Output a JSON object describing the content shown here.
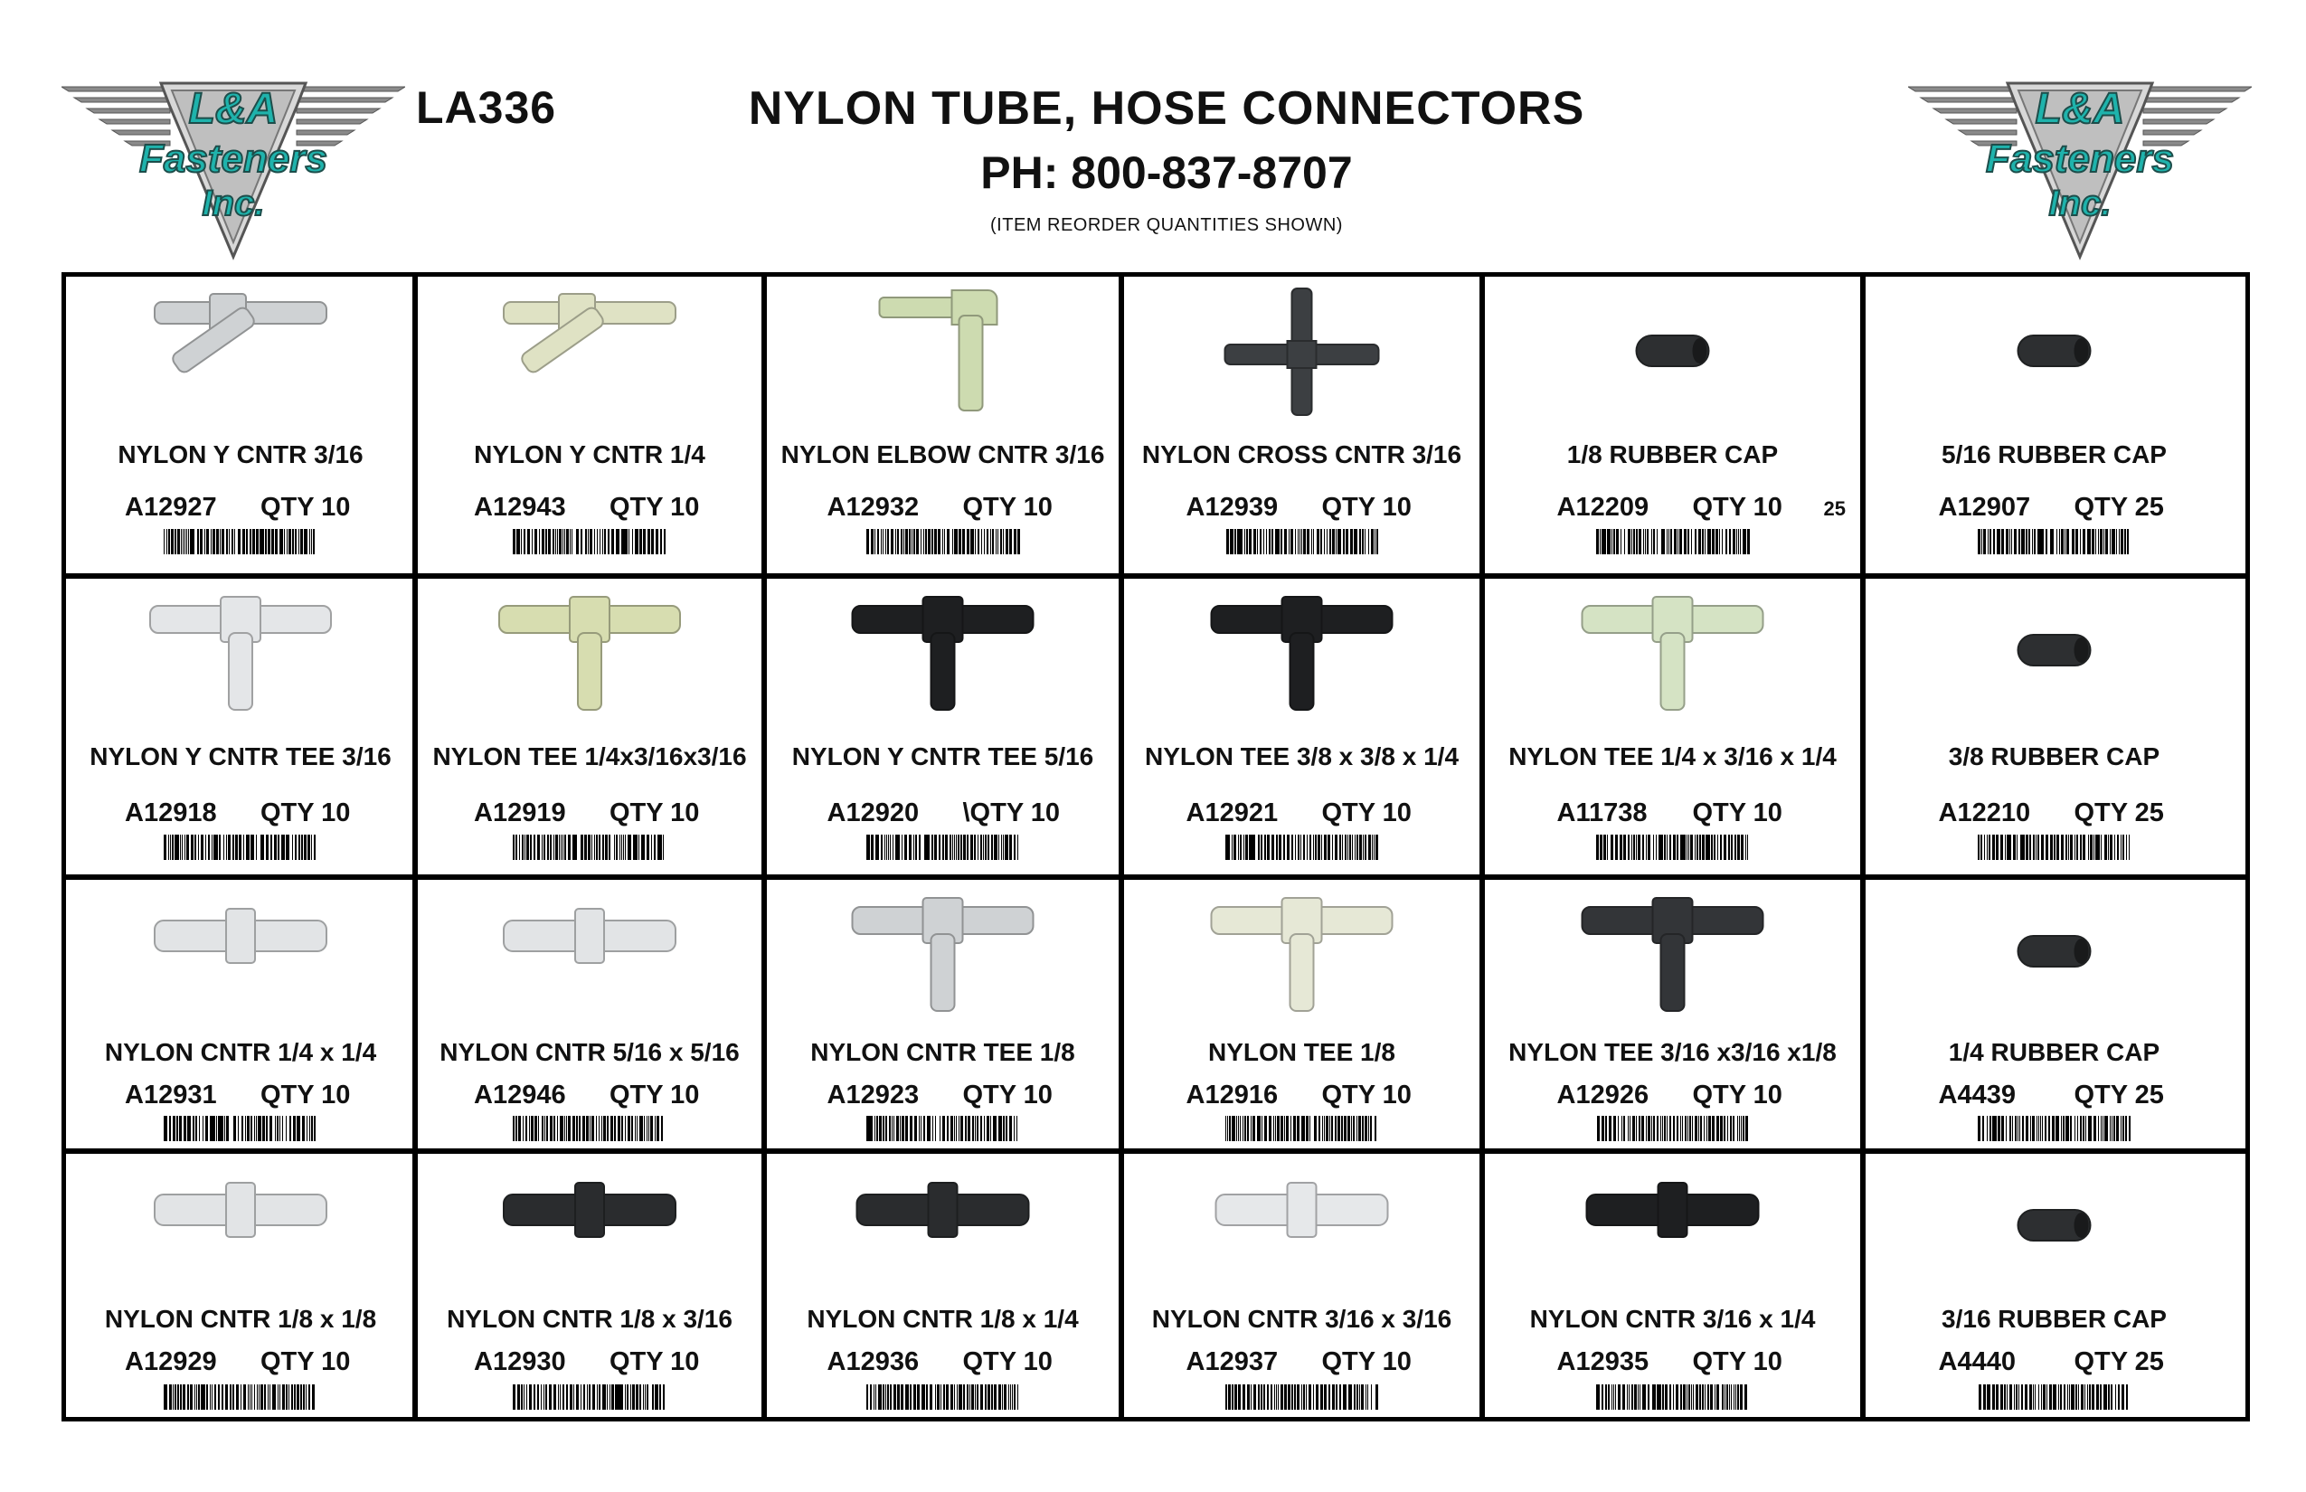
{
  "header": {
    "logo_text": "L&A Fasteners Inc.",
    "part_no": "LA336",
    "title": "NYLON TUBE,  HOSE CONNECTORS",
    "phone": "PH: 800-837-8707",
    "note": "(ITEM REORDER QUANTITIES SHOWN)"
  },
  "colors": {
    "logo_teal": "#1fb3ac",
    "logo_grey": "#8a8a8a",
    "border": "#000000"
  },
  "rows": [
    [
      {
        "name": "NYLON Y CNTR 3/16",
        "code": "A12927",
        "qty": "QTY 10",
        "icon": "nylon-y-connector-icon",
        "color": "#cfd2d4"
      },
      {
        "name": "NYLON Y CNTR 1/4",
        "code": "A12943",
        "qty": "QTY 10",
        "icon": "nylon-y-connector-icon",
        "color": "#dfe2c4"
      },
      {
        "name": "NYLON ELBOW CNTR 3/16",
        "code": "A12932",
        "qty": "QTY 10",
        "icon": "nylon-elbow-connector-icon",
        "color": "#cddbb0"
      },
      {
        "name": "NYLON CROSS CNTR 3/16",
        "code": "A12939",
        "qty": "QTY 10",
        "icon": "nylon-cross-connector-icon",
        "color": "#3c3f42"
      },
      {
        "name": "1/8 RUBBER CAP",
        "code": "A12209",
        "qty": "QTY 10",
        "qty_extra": "25",
        "icon": "rubber-cap-icon",
        "color": "#2d2f31"
      },
      {
        "name": "5/16 RUBBER CAP",
        "code": "A12907",
        "qty": "QTY 25",
        "icon": "rubber-cap-icon",
        "color": "#2d2f31"
      }
    ],
    [
      {
        "name": "NYLON Y CNTR TEE 3/16",
        "code": "A12918",
        "qty": "QTY 10",
        "icon": "nylon-tee-connector-icon",
        "color": "#e4e6e8"
      },
      {
        "name": "NYLON TEE 1/4x3/16x3/16",
        "code": "A12919",
        "qty": "QTY 10",
        "icon": "nylon-tee-connector-icon",
        "color": "#d7ddb0"
      },
      {
        "name": "NYLON Y CNTR TEE 5/16",
        "code": "A12920",
        "qty": "\\QTY 10",
        "icon": "nylon-tee-connector-icon",
        "color": "#1e1f21"
      },
      {
        "name": "NYLON TEE 3/8 x 3/8 x 1/4",
        "code": "A12921",
        "qty": "QTY 10",
        "icon": "nylon-tee-connector-icon",
        "color": "#1e1f21"
      },
      {
        "name": "NYLON TEE 1/4 x 3/16 x 1/4",
        "code": "A11738",
        "qty": "QTY 10",
        "icon": "nylon-tee-connector-icon",
        "color": "#d5e3c4"
      },
      {
        "name": "3/8 RUBBER CAP",
        "code": "A12210",
        "qty": "QTY 25",
        "icon": "rubber-cap-icon",
        "color": "#2d2f31"
      }
    ],
    [
      {
        "name": "NYLON CNTR 1/4 x 1/4",
        "code": "A12931",
        "qty": "QTY 10",
        "icon": "nylon-straight-connector-icon",
        "color": "#e2e4e6"
      },
      {
        "name": "NYLON CNTR 5/16 x 5/16",
        "code": "A12946",
        "qty": "QTY 10",
        "icon": "nylon-straight-connector-icon",
        "color": "#e2e4e6"
      },
      {
        "name": "NYLON CNTR TEE 1/8",
        "code": "A12923",
        "qty": "QTY 10",
        "icon": "nylon-tee-connector-icon",
        "color": "#cfd2d4"
      },
      {
        "name": "NYLON TEE 1/8",
        "code": "A12916",
        "qty": "QTY 10",
        "icon": "nylon-tee-connector-icon",
        "color": "#e6e8d6"
      },
      {
        "name": "NYLON TEE 3/16 x3/16 x1/8",
        "code": "A12926",
        "qty": "QTY 10",
        "icon": "nylon-tee-connector-icon",
        "color": "#333538"
      },
      {
        "name": "1/4 RUBBER CAP",
        "code": "A4439",
        "qty": "QTY 25",
        "icon": "rubber-cap-icon",
        "color": "#2d2f31"
      }
    ],
    [
      {
        "name": "NYLON CNTR  1/8 x 1/8",
        "code": "A12929",
        "qty": "QTY 10",
        "icon": "nylon-straight-connector-icon",
        "color": "#e2e4e6"
      },
      {
        "name": "NYLON CNTR 1/8 x 3/16",
        "code": "A12930",
        "qty": "QTY 10",
        "icon": "nylon-straight-connector-icon",
        "color": "#2a2c2e"
      },
      {
        "name": "NYLON CNTR 1/8 x 1/4",
        "code": "A12936",
        "qty": "QTY 10",
        "icon": "nylon-straight-connector-icon",
        "color": "#2a2c2e"
      },
      {
        "name": "NYLON CNTR 3/16 x 3/16",
        "code": "A12937",
        "qty": "QTY 10",
        "icon": "nylon-straight-connector-icon",
        "color": "#e6e8ea"
      },
      {
        "name": "NYLON CNTR 3/16 x 1/4",
        "code": "A12935",
        "qty": "QTY 10",
        "icon": "nylon-straight-connector-icon",
        "color": "#1e1f21"
      },
      {
        "name": "3/16 RUBBER CAP",
        "code": "A4440",
        "qty": "QTY 25",
        "icon": "rubber-cap-icon",
        "color": "#2d2f31"
      }
    ]
  ]
}
